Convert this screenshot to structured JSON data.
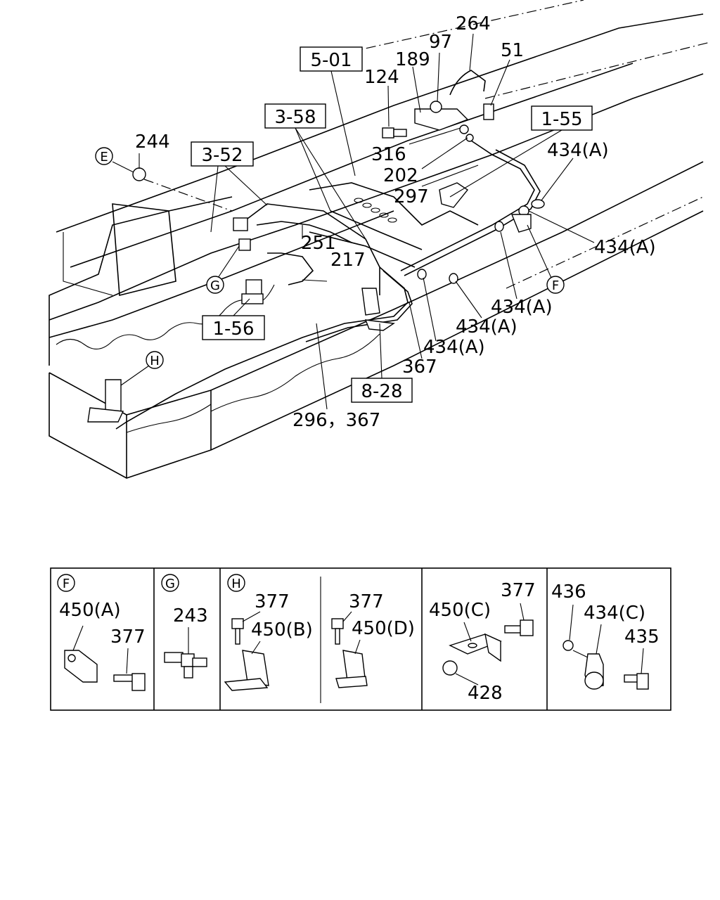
{
  "main_view": {
    "ref_boxes": {
      "r501": "5-01",
      "r358": "3-58",
      "r352": "3-52",
      "r155": "1-55",
      "r156": "1-56",
      "r828": "8-28"
    },
    "callouts": {
      "c264": "264",
      "c97": "97",
      "c189": "189",
      "c51": "51",
      "c124": "124",
      "c316": "316",
      "c202": "202",
      "c297": "297",
      "c434a_1": "434(A)",
      "c434a_2": "434(A)",
      "c434a_3": "434(A)",
      "c434a_4": "434(A)",
      "c434a_5": "434(A)",
      "c244": "244",
      "c251": "251",
      "c217": "217",
      "c367": "367",
      "c296_367": "296，367"
    },
    "circle_markers": {
      "E": "E",
      "G": "G",
      "F": "F",
      "H": "H"
    }
  },
  "detail_table": {
    "panel_f": {
      "marker": "F",
      "labels": [
        "450(A)",
        "377"
      ]
    },
    "panel_g": {
      "marker": "G",
      "labels": [
        "243"
      ]
    },
    "panel_h": {
      "marker": "H",
      "labels": [
        "377",
        "450(B)",
        "377",
        "450(D)"
      ]
    },
    "panel_c": {
      "labels": [
        "450(C)",
        "377",
        "428"
      ]
    },
    "panel_last": {
      "labels": [
        "436",
        "434(C)",
        "435"
      ]
    }
  }
}
